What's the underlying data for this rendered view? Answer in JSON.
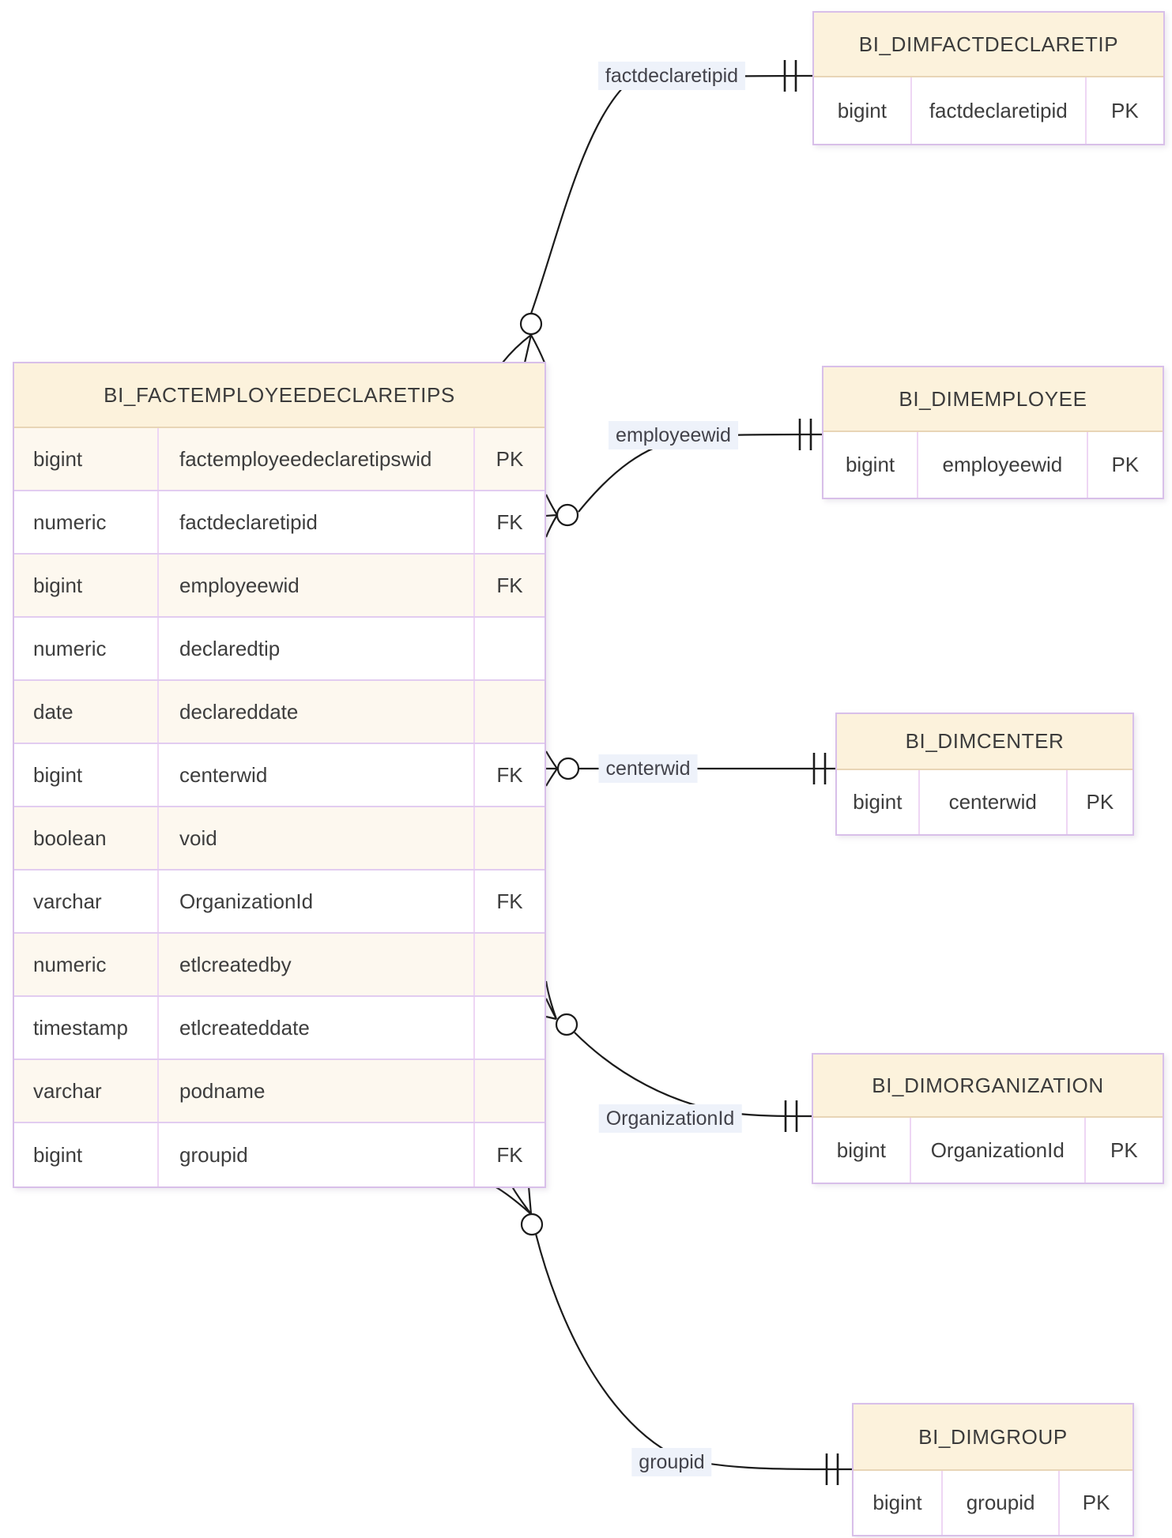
{
  "diagram": {
    "fact_table": {
      "title": "BI_FACTEMPLOYEEDECLARETIPS",
      "rows": [
        {
          "type": "bigint",
          "name": "factemployeedeclaretipswid",
          "key": "PK"
        },
        {
          "type": "numeric",
          "name": "factdeclaretipid",
          "key": "FK"
        },
        {
          "type": "bigint",
          "name": "employeewid",
          "key": "FK"
        },
        {
          "type": "numeric",
          "name": "declaredtip",
          "key": ""
        },
        {
          "type": "date",
          "name": "declareddate",
          "key": ""
        },
        {
          "type": "bigint",
          "name": "centerwid",
          "key": "FK"
        },
        {
          "type": "boolean",
          "name": "void",
          "key": ""
        },
        {
          "type": "varchar",
          "name": "OrganizationId",
          "key": "FK"
        },
        {
          "type": "numeric",
          "name": "etlcreatedby",
          "key": ""
        },
        {
          "type": "timestamp",
          "name": "etlcreateddate",
          "key": ""
        },
        {
          "type": "varchar",
          "name": "podname",
          "key": ""
        },
        {
          "type": "bigint",
          "name": "groupid",
          "key": "FK"
        }
      ]
    },
    "dim_tables": [
      {
        "title": "BI_DIMFACTDECLARETIP",
        "row": {
          "type": "bigint",
          "name": "factdeclaretipid",
          "key": "PK"
        }
      },
      {
        "title": "BI_DIMEMPLOYEE",
        "row": {
          "type": "bigint",
          "name": "employeewid",
          "key": "PK"
        }
      },
      {
        "title": "BI_DIMCENTER",
        "row": {
          "type": "bigint",
          "name": "centerwid",
          "key": "PK"
        }
      },
      {
        "title": "BI_DIMORGANIZATION",
        "row": {
          "type": "bigint",
          "name": "OrganizationId",
          "key": "PK"
        }
      },
      {
        "title": "BI_DIMGROUP",
        "row": {
          "type": "bigint",
          "name": "groupid",
          "key": "PK"
        }
      }
    ],
    "relationships": [
      {
        "label": "factdeclaretipid",
        "from": "BI_FACTEMPLOYEEDECLARETIPS",
        "to": "BI_DIMFACTDECLARETIP",
        "cardinality": "zero-or-many to exactly-one"
      },
      {
        "label": "employeewid",
        "from": "BI_FACTEMPLOYEEDECLARETIPS",
        "to": "BI_DIMEMPLOYEE",
        "cardinality": "zero-or-many to exactly-one"
      },
      {
        "label": "centerwid",
        "from": "BI_FACTEMPLOYEEDECLARETIPS",
        "to": "BI_DIMCENTER",
        "cardinality": "zero-or-many to exactly-one"
      },
      {
        "label": "OrganizationId",
        "from": "BI_FACTEMPLOYEEDECLARETIPS",
        "to": "BI_DIMORGANIZATION",
        "cardinality": "zero-or-many to exactly-one"
      },
      {
        "label": "groupid",
        "from": "BI_FACTEMPLOYEEDECLARETIPS",
        "to": "BI_DIMGROUP",
        "cardinality": "zero-or-many to exactly-one"
      }
    ],
    "colors": {
      "header_fill": "#fcf2dc",
      "outer_border": "#d8bfe9",
      "vertical_divider": "#eed6f4",
      "horizontal_divider": "#e2ccf0",
      "header_underline": "#e8d5b6",
      "row_alt_fill": "#fdf8ef",
      "relationship_line": "#1b1b1b",
      "label_background": "#eef2fa",
      "text": "#3d3d3d"
    }
  }
}
